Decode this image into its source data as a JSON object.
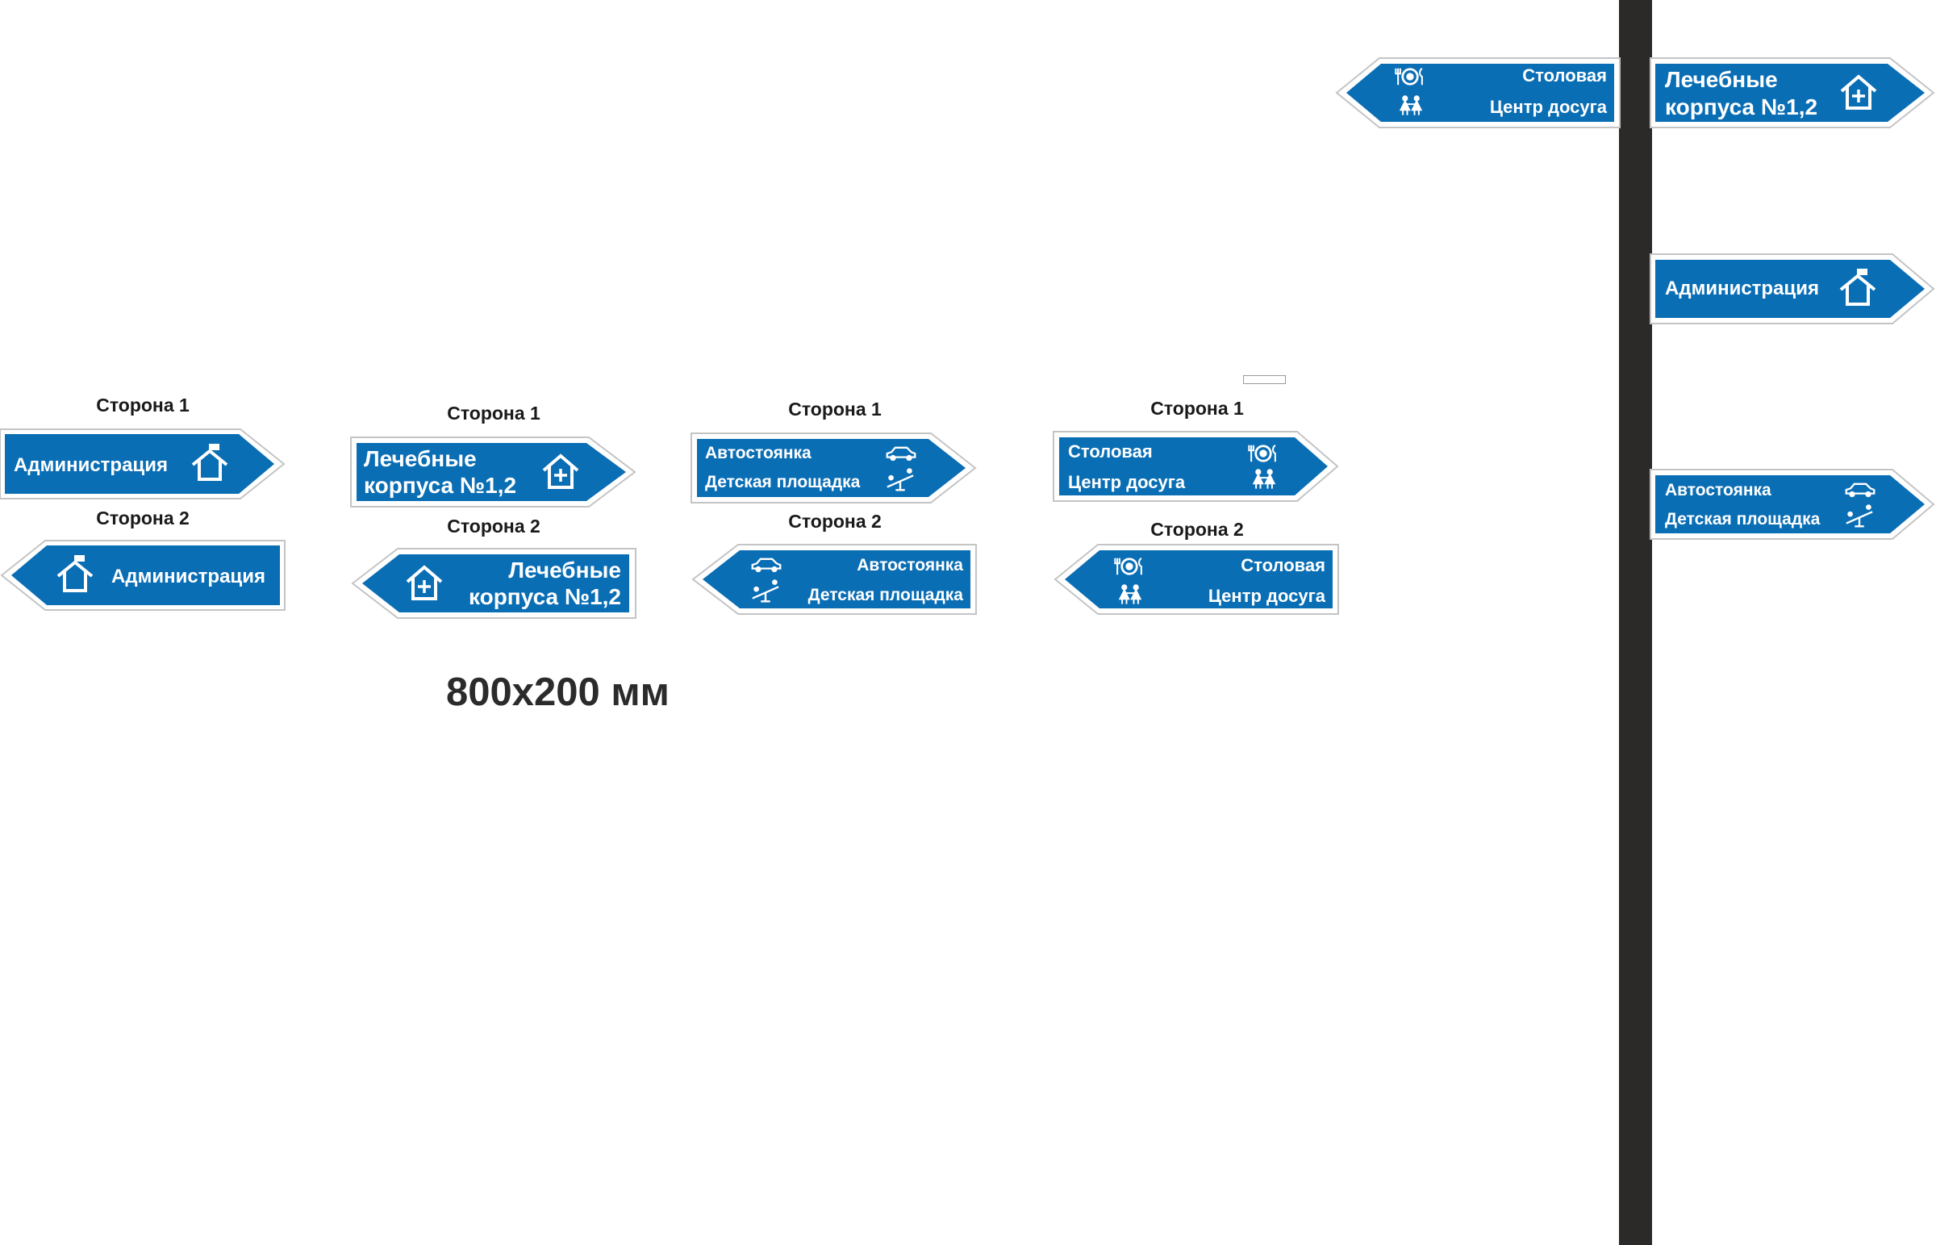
{
  "colors": {
    "sign_blue": "#0a6eb5",
    "sign_border": "#c4c4c4",
    "pole": "#2c2a28"
  },
  "side1": "Сторона 1",
  "side2": "Сторона 2",
  "size_label": "800x200 мм",
  "signs": {
    "administration": "Администрация",
    "medical_line1": "Лечебные",
    "medical_line2": "корпуса №1,2",
    "parking": "Автостоянка",
    "playground": "Детская площадка",
    "canteen": "Столовая",
    "leisure": "Центр досуга"
  },
  "icons": [
    "home-flag-icon",
    "home-plus-icon",
    "car-icon",
    "seesaw-icon",
    "plate-icon",
    "children-icon"
  ]
}
